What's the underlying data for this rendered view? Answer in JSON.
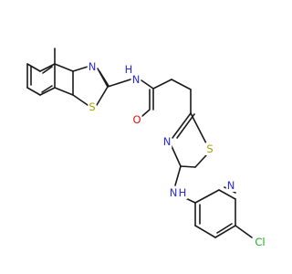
{
  "atom_labels": {
    "n_thiazole_benzo": "N",
    "s_thiazole_benzo": "S",
    "n_amide": "N",
    "h_amide": "H",
    "o_carbonyl": "O",
    "n_thiazole": "N",
    "s_thiazole": "S",
    "n_amine": "N",
    "h_amine": "H",
    "n_pyridine": "N",
    "cl": "Cl"
  },
  "colors": {
    "bond": "#1a1a1a",
    "nitrogen": "#2b2bd9",
    "sulfur": "#a8a000",
    "oxygen": "#e01010",
    "chlorine": "#18b018"
  }
}
